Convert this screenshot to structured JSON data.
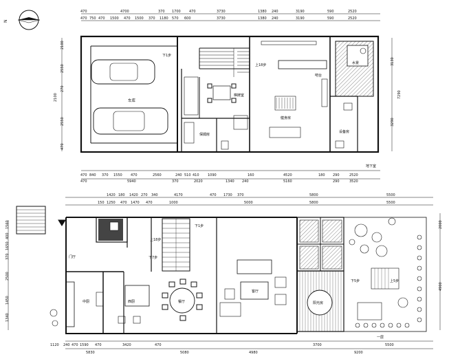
{
  "compass": {
    "north_label": "N"
  },
  "upper_plan": {
    "top_dims_1": [
      "470",
      "4700",
      "370",
      "1700",
      "470",
      "3730",
      "1380",
      "240",
      "3190",
      "590",
      "2520"
    ],
    "top_dims_2": [
      "470",
      "750",
      "470",
      "1500",
      "470",
      "1500",
      "370",
      "1180",
      "570",
      "600",
      "3730",
      "1380",
      "240",
      "3190",
      "590",
      "2520"
    ],
    "left_dims": [
      "2100",
      "2550",
      "270",
      "2100",
      "2550",
      "470"
    ],
    "right_dims": [
      "3130",
      "7290",
      "3290"
    ],
    "bottom_dims_1": [
      "470",
      "840",
      "370",
      "1550",
      "470",
      "2560",
      "240",
      "510",
      "410",
      "1090",
      "160",
      "4520",
      "180",
      "290",
      "2520"
    ],
    "bottom_dims_2": [
      "470",
      "5940",
      "370",
      "2020",
      "1340",
      "240",
      "5160",
      "290",
      "3520"
    ],
    "labels": {
      "garage": "车库",
      "down1": "下1步",
      "up18": "上18步",
      "chess": "棋牌室",
      "gym": "健身房",
      "storage": "保姆房",
      "bar": "吧台",
      "equip": "设备房",
      "water": "水景",
      "floor_title": "地下室"
    }
  },
  "lower_plan": {
    "top_dims_1": [
      "1420",
      "180",
      "1420",
      "270",
      "340",
      "4170",
      "470",
      "1730",
      "370",
      "5800",
      "5500"
    ],
    "top_dims_2": [
      "150",
      "1250",
      "470",
      "1470",
      "470",
      "1000",
      "5000",
      "5800",
      "5500"
    ],
    "left_dims": [
      "1560",
      "400",
      "1650",
      "370",
      "2500",
      "1450",
      "1340"
    ],
    "right_dims": [
      "2000",
      "4900"
    ],
    "bottom_dims_1": [
      "1120",
      "240",
      "470",
      "1590",
      "470",
      "3420",
      "470",
      "3700",
      "5500"
    ],
    "bottom_dims_2": [
      "5830",
      "5080",
      "4980",
      "9200"
    ],
    "labels": {
      "down1": "下1步",
      "up18": "上18步",
      "down7a": "下7步",
      "foyer": "门厅",
      "kitchen": "中厨",
      "western_kitchen": "西厨",
      "dining": "餐厅",
      "living": "客厅",
      "sunroom": "阳光房",
      "up5": "上5步",
      "down5": "下5步",
      "floor_title": "一层"
    }
  }
}
